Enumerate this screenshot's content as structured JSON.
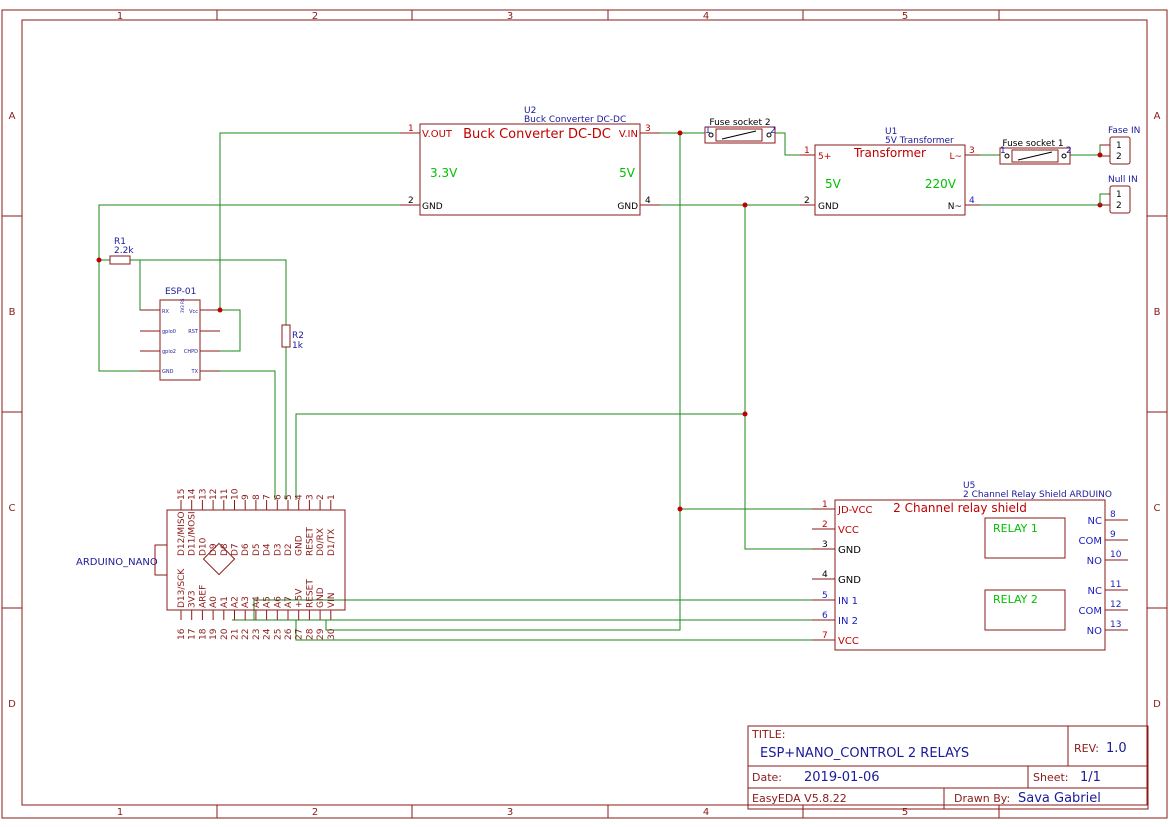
{
  "frame": {
    "columns": [
      "1",
      "2",
      "3",
      "4",
      "5"
    ],
    "rows": [
      "A",
      "B",
      "C",
      "D"
    ]
  },
  "u2": {
    "ref": "U2",
    "name": "Buck Converter DC-DC",
    "title": "Buck Converter DC-DC",
    "left_voltage": "3.3V",
    "right_voltage": "5V",
    "pins": {
      "p1": "1",
      "p1_name": "V.OUT",
      "p2": "2",
      "p2_name": "GND",
      "p3": "3",
      "p3_name": "V.IN",
      "p4": "4",
      "p4_name": "GND"
    }
  },
  "u1": {
    "ref": "U1",
    "name": "5V Transformer",
    "title": "Transformer",
    "left_voltage": "5V",
    "right_voltage": "220V",
    "pins": {
      "p1": "1",
      "p1_name": "5+",
      "p2": "2",
      "p2_name": "GND",
      "p3": "3",
      "p3_name": "L~",
      "p4": "4",
      "p4_name": "N~"
    }
  },
  "fuse2": {
    "label": "Fuse socket 2",
    "p1": "1",
    "p2": "2"
  },
  "fuse1": {
    "label": "Fuse socket 1",
    "p1": "1",
    "p2": "2"
  },
  "fase_in": {
    "label": "Fase IN",
    "p1": "1",
    "p2": "2"
  },
  "null_in": {
    "label": "Null IN",
    "p1": "1",
    "p2": "2"
  },
  "r1": {
    "ref": "R1",
    "value": "2.2k"
  },
  "r2": {
    "ref": "R2",
    "value": "1k"
  },
  "esp01": {
    "ref": "ESP-01",
    "left_pins": [
      "RX",
      "gpio0",
      "gpio2",
      "GND"
    ],
    "right_pins": [
      "Vcc",
      "RST",
      "CHPD",
      "TX"
    ],
    "corner": "3V3 RS"
  },
  "nano": {
    "label": "ARDUINO_NANO",
    "top_nums": [
      "15",
      "14",
      "13",
      "12",
      "11",
      "10",
      "9",
      "8",
      "7",
      "6",
      "5",
      "4",
      "3",
      "2",
      "1"
    ],
    "top_names": [
      "D12/MISO",
      "D11/MOSI",
      "D10",
      "D9",
      "D8",
      "D7",
      "D6",
      "D5",
      "D4",
      "D3",
      "D2",
      "GND",
      "RESET",
      "D0/RX",
      "D1/TX"
    ],
    "bot_nums": [
      "16",
      "17",
      "18",
      "19",
      "20",
      "21",
      "22",
      "23",
      "24",
      "25",
      "26",
      "27",
      "28",
      "29",
      "30"
    ],
    "bot_names": [
      "D13/SCK",
      "3V3",
      "AREF",
      "A0",
      "A1",
      "A2",
      "A3",
      "A4",
      "A5",
      "A6",
      "A7",
      "+5V",
      "RESET",
      "GND",
      "VIN"
    ]
  },
  "u5": {
    "ref": "U5",
    "name": "2 Channel Relay Shield ARDUINO",
    "title": "2 Channel relay shield",
    "relay1": "RELAY 1",
    "relay2": "RELAY 2",
    "left_pins": [
      {
        "num": "1",
        "name": "JD-VCC"
      },
      {
        "num": "2",
        "name": "VCC"
      },
      {
        "num": "3",
        "name": "GND"
      },
      {
        "num": "4",
        "name": "GND"
      },
      {
        "num": "5",
        "name": "IN 1"
      },
      {
        "num": "6",
        "name": "IN 2"
      },
      {
        "num": "7",
        "name": "VCC"
      }
    ],
    "right_pins": [
      {
        "num": "8",
        "name": "NC"
      },
      {
        "num": "9",
        "name": "COM"
      },
      {
        "num": "10",
        "name": "NO"
      },
      {
        "num": "11",
        "name": "NC"
      },
      {
        "num": "12",
        "name": "COM"
      },
      {
        "num": "13",
        "name": "NO"
      }
    ]
  },
  "title_block": {
    "title_label": "TITLE:",
    "title_value": "ESP+NANO_CONTROL 2 RELAYS",
    "rev_label": "REV:",
    "rev_value": "1.0",
    "date_label": "Date:",
    "date_value": "2019-01-06",
    "sheet_label": "Sheet:",
    "sheet_value": "1/1",
    "tool": "EasyEDA V5.8.22",
    "drawn_label": "Drawn By:",
    "drawn_value": "Sava Gabriel"
  },
  "colors": {
    "frame": "#8b1a1a",
    "wire": "#1a8a1a",
    "junction": "#c00000",
    "label_blue": "#1a1a9a",
    "voltage_green": "#00c000"
  }
}
